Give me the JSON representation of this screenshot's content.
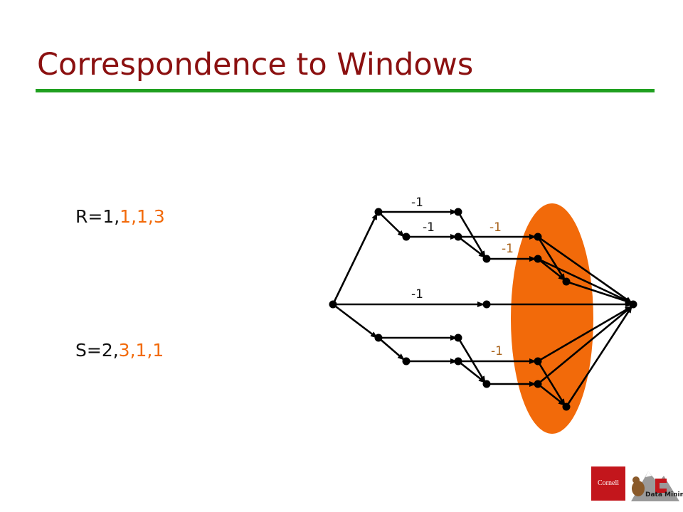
{
  "slide": {
    "title": "Correspondence to Windows"
  },
  "sequences": {
    "r": {
      "prefix": "R=1,",
      "highlight": "1,1,3"
    },
    "s": {
      "prefix": "S=2,",
      "highlight": "3,1,1"
    }
  },
  "diagram": {
    "edge_labels": [
      "-1",
      "-1",
      "-1",
      "-1",
      "-1",
      "-1"
    ]
  },
  "logos": {
    "cornell": "Cornell",
    "data_mining": "Data Mining",
    "data_mining_letter": "C"
  },
  "colors": {
    "title": "#8b1010",
    "rule": "#20a020",
    "highlight": "#f26a0a",
    "window_ellipse": "#f26a0a",
    "window_edge_label": "#a8621a",
    "cornell_red": "#c3161c"
  }
}
